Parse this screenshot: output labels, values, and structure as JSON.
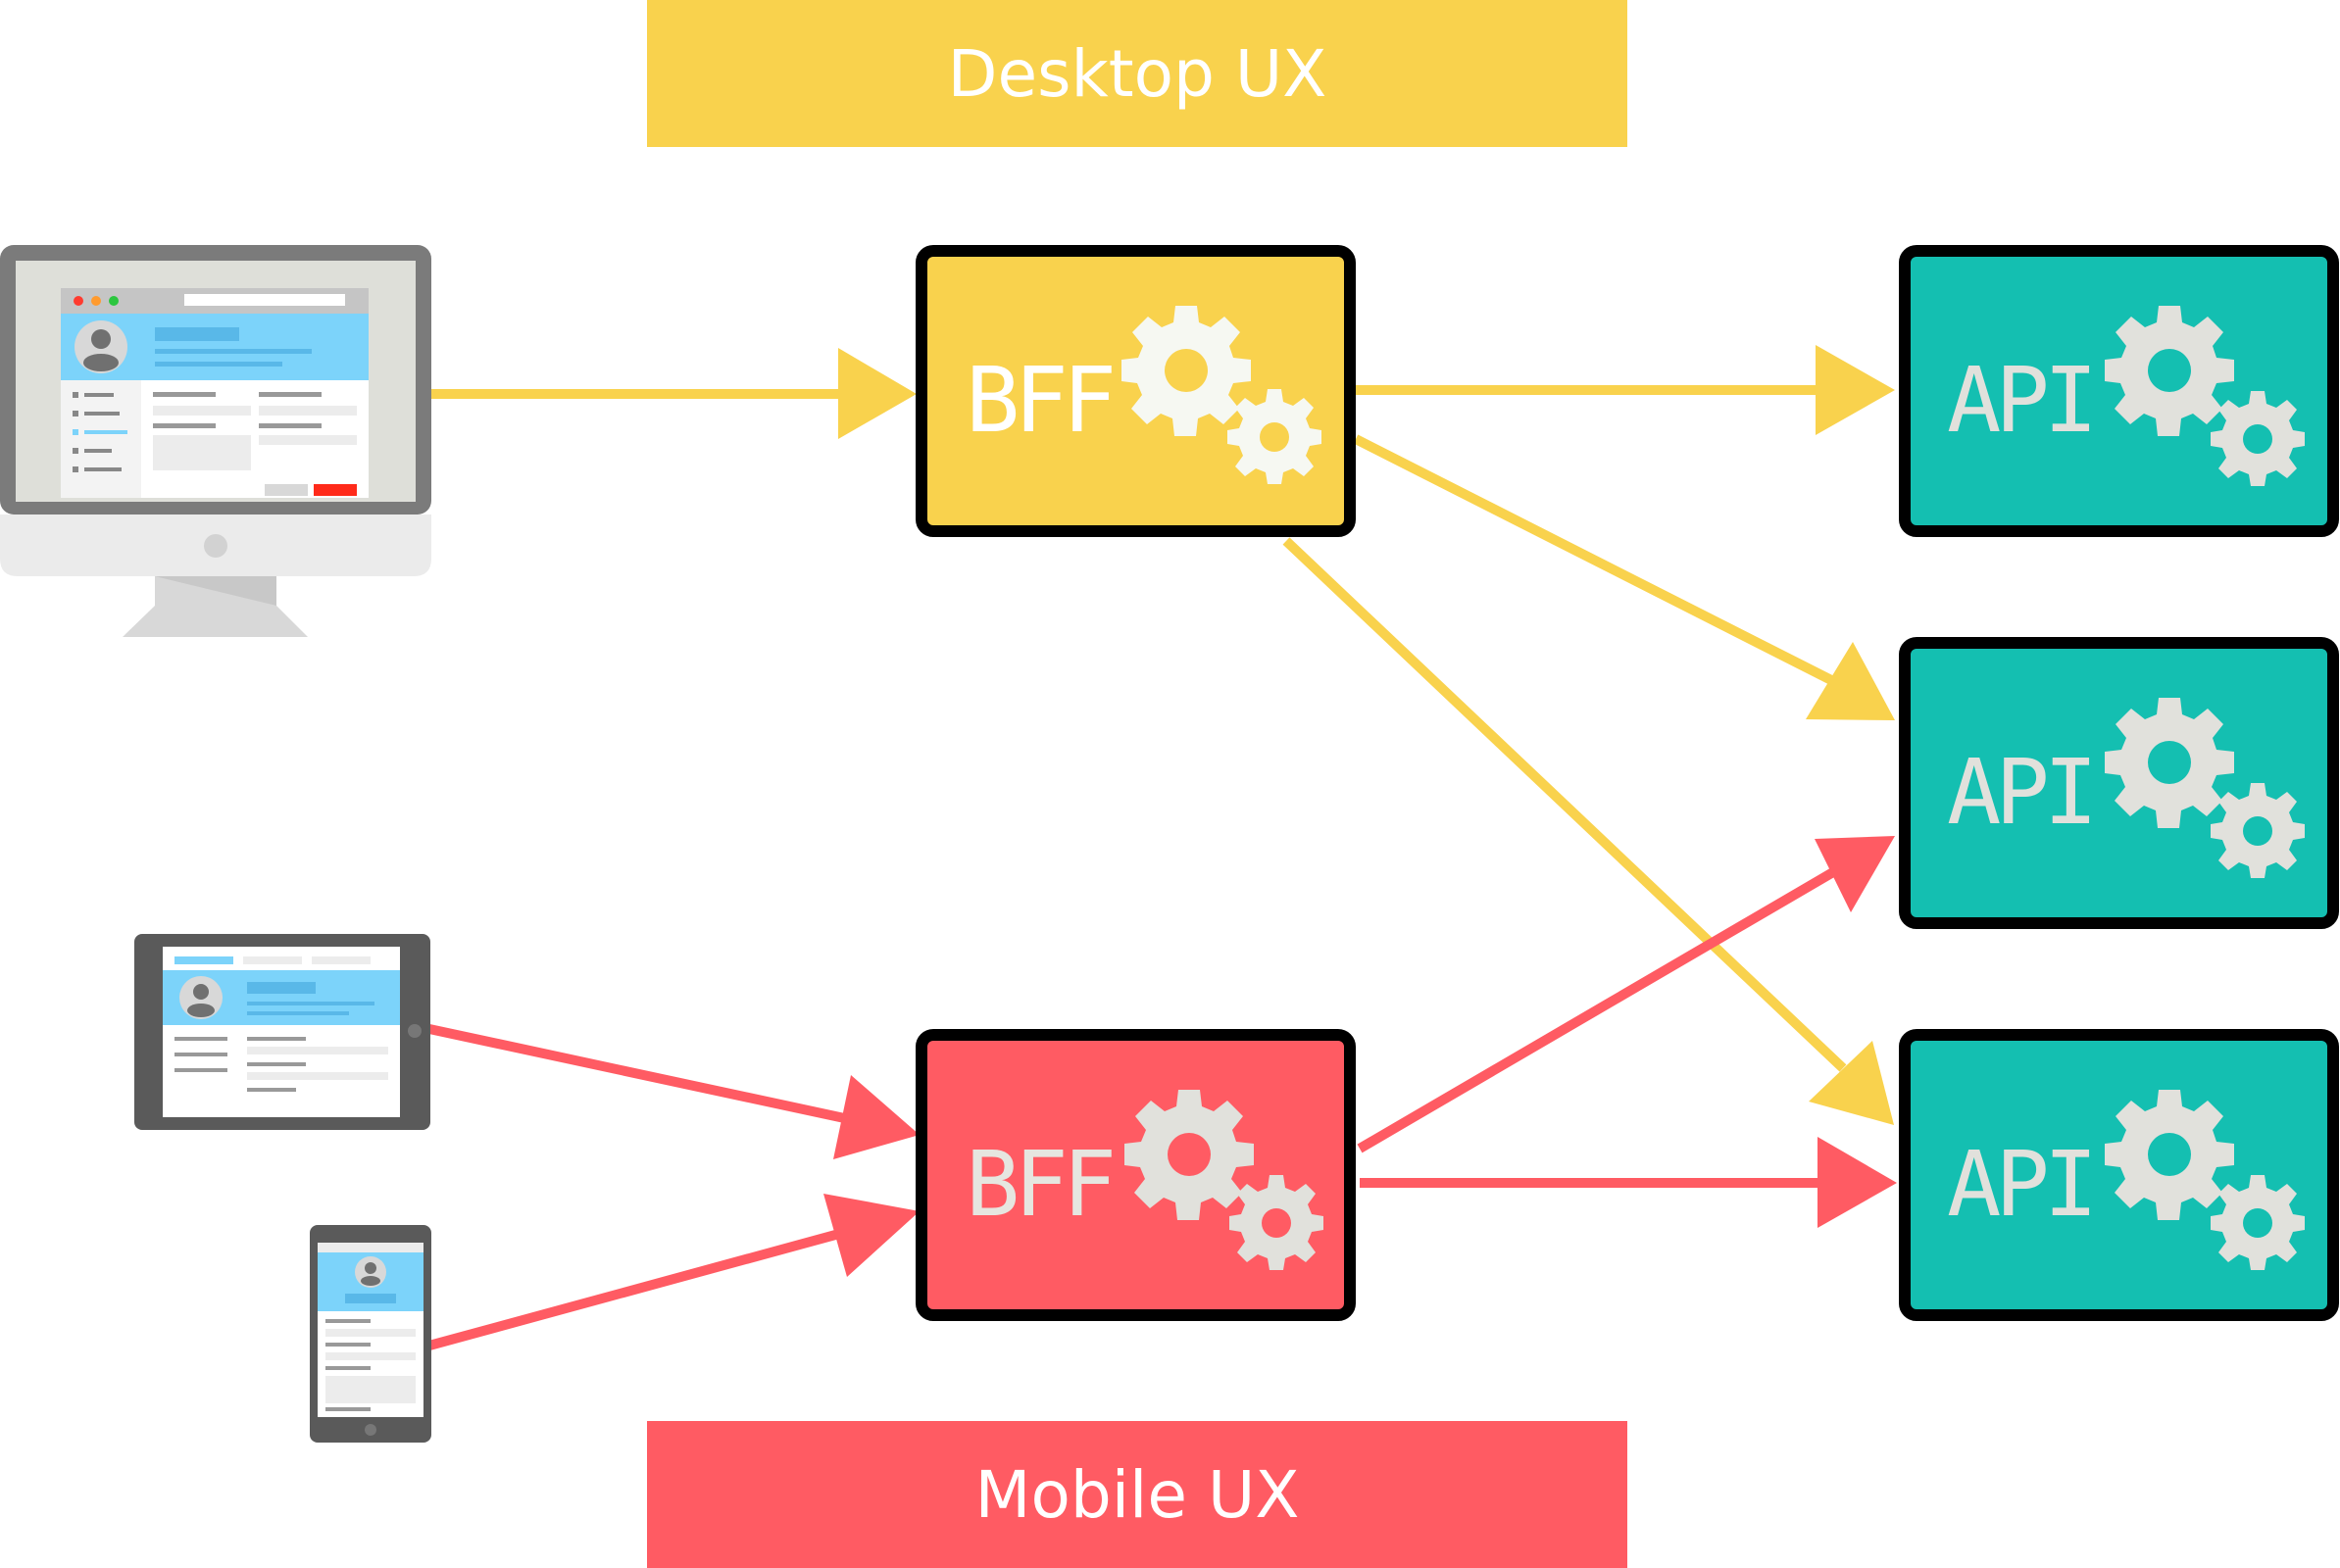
{
  "bands": {
    "desktop": {
      "label": "Desktop UX",
      "color": "#F9D24D"
    },
    "mobile": {
      "label": "Mobile UX",
      "color": "#FF5B63"
    }
  },
  "nodes": {
    "bff_desktop": {
      "label": "BFF",
      "color": "#F9D24D"
    },
    "bff_mobile": {
      "label": "BFF",
      "color": "#FF5B63"
    },
    "api_1": {
      "label": "API",
      "color": "#14BFB1"
    },
    "api_2": {
      "label": "API",
      "color": "#14BFB1"
    },
    "api_3": {
      "label": "API",
      "color": "#14BFB1"
    }
  },
  "devices": {
    "desktop": "desktop-monitor-icon",
    "tablet": "tablet-icon",
    "phone": "phone-icon"
  },
  "connections": [
    {
      "from": "desktop",
      "to": "bff_desktop",
      "color": "#F9D24D"
    },
    {
      "from": "bff_desktop",
      "to": "api_1",
      "color": "#F9D24D"
    },
    {
      "from": "bff_desktop",
      "to": "api_2",
      "color": "#F9D24D"
    },
    {
      "from": "bff_desktop",
      "to": "api_3",
      "color": "#F9D24D"
    },
    {
      "from": "tablet",
      "to": "bff_mobile",
      "color": "#FF5B63"
    },
    {
      "from": "phone",
      "to": "bff_mobile",
      "color": "#FF5B63"
    },
    {
      "from": "bff_mobile",
      "to": "api_2",
      "color": "#FF5B63"
    },
    {
      "from": "bff_mobile",
      "to": "api_3",
      "color": "#FF5B63"
    }
  ],
  "colors": {
    "gear": "#E1E1DC",
    "gear_light": "#F6F8F2",
    "border": "#000000",
    "api_text": "#E1E1DC",
    "bff_text_desktop": "#FFFFFF",
    "bff_text_mobile": "#E6E6E0"
  }
}
